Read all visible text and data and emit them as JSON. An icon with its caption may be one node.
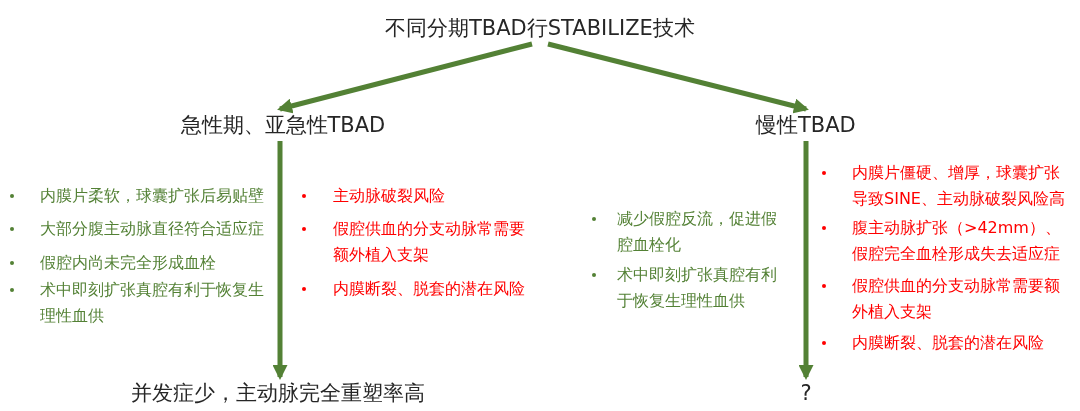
{
  "diagram": {
    "nodes": [
      {
        "text": [
          "不同分期TBAD行STABILIZE技术"
        ]
      },
      {
        "text": [
          "急性期、亚急性TBAD"
        ]
      },
      {
        "text": [
          "慢性TBAD"
        ]
      },
      {
        "text": [
          "并发症少，主动脉完全重塑率高"
        ]
      },
      {
        "text": [
          "?"
        ]
      }
    ],
    "edges": [
      {
        "from": 0,
        "to": 1,
        "arrow": "to"
      },
      {
        "from": 0,
        "to": 2,
        "arrow": "to"
      },
      {
        "from": 1,
        "to": 3,
        "arrow": "to"
      },
      {
        "from": 2,
        "to": 4,
        "arrow": "to"
      }
    ],
    "labels": [
      "内膜片柔软，球囊扩张后易贴壁",
      "大部分腹主动脉直径符合适应症",
      "假腔内尚未完全形成血栓",
      "术中即刻扩张真腔有利于恢复生理性血供",
      "主动脉破裂风险",
      "假腔供血的分支动脉常需要额外植入支架",
      "内膜断裂、脱套的潜在风险",
      "减少假腔反流，促进假腔血栓化",
      "术中即刻扩张真腔有利于恢复生理性血供",
      "内膜片僵硬、增厚，球囊扩张导致SINE、主动脉破裂风险高",
      "腹主动脉扩张（>42mm）、假腔完全血栓形成失去适应症",
      "假腔供血的分支动脉常需要额外植入支架",
      "内膜断裂、脱套的潜在风险"
    ]
  }
}
